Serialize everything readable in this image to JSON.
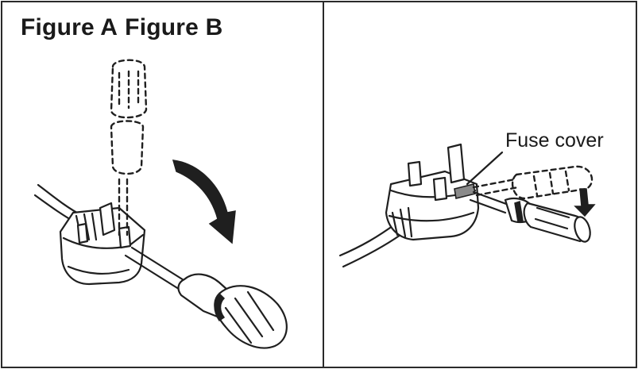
{
  "figure": {
    "label_a": "Figure A",
    "label_b": "Figure B",
    "callout": "Fuse cover"
  },
  "icons": {
    "plug": "uk-plug-icon",
    "screwdriver": "screwdriver-icon",
    "rotate_arrow": "curved-arrow-icon",
    "down_arrow": "down-arrow-icon"
  }
}
